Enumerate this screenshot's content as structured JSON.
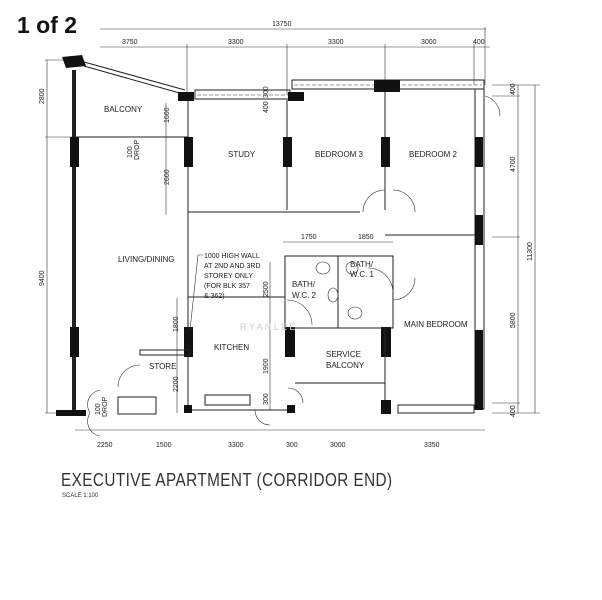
{
  "page_indicator": "1 of 2",
  "title": "EXECUTIVE APARTMENT (CORRIDOR END)",
  "scale": "SCALE  1:100",
  "rooms": {
    "balcony": "BALCONY",
    "study": "STUDY",
    "bedroom3": "BEDROOM 3",
    "bedroom2": "BEDROOM 2",
    "living": "LIVING/DINING",
    "kitchen": "KITCHEN",
    "store": "STORE",
    "bath2_l1": "BATH/",
    "bath2_l2": "W.C. 2",
    "bath1_l1": "BATH/",
    "bath1_l2": "W.C. 1",
    "main_bedroom": "MAIN BEDROOM",
    "service_l1": "SERVICE",
    "service_l2": "BALCONY"
  },
  "note": [
    "1000 HIGH WALL",
    "AT 2ND AND 3RD",
    "STOREY ONLY",
    "(FOR BLK 357",
    "& 362)"
  ],
  "dimensions": {
    "top_total": "13750",
    "top": [
      "3750",
      "3300",
      "3300",
      "3000",
      "400"
    ],
    "bottom": [
      "2250",
      "1500",
      "3300",
      "300",
      "3000",
      "3350"
    ],
    "left": [
      "2800",
      "9400"
    ],
    "right": [
      "400",
      "4700",
      "11300",
      "5800",
      "400"
    ],
    "inner": {
      "balcony_1600": "1600",
      "living_2600": "2600",
      "drop1_a": "100",
      "drop1_b": "DROP",
      "study_300": "300",
      "study_400": "400",
      "bath_1750": "1750",
      "bath_1850": "1850",
      "kitchen_2500": "2500",
      "kitchen_1800": "1800",
      "kitchen_1900": "1900",
      "store_2200": "2200",
      "kitchen_300": "300",
      "drop2_a": "100",
      "drop2_b": "DROP"
    }
  },
  "watermark": "R Y A N   L E E"
}
